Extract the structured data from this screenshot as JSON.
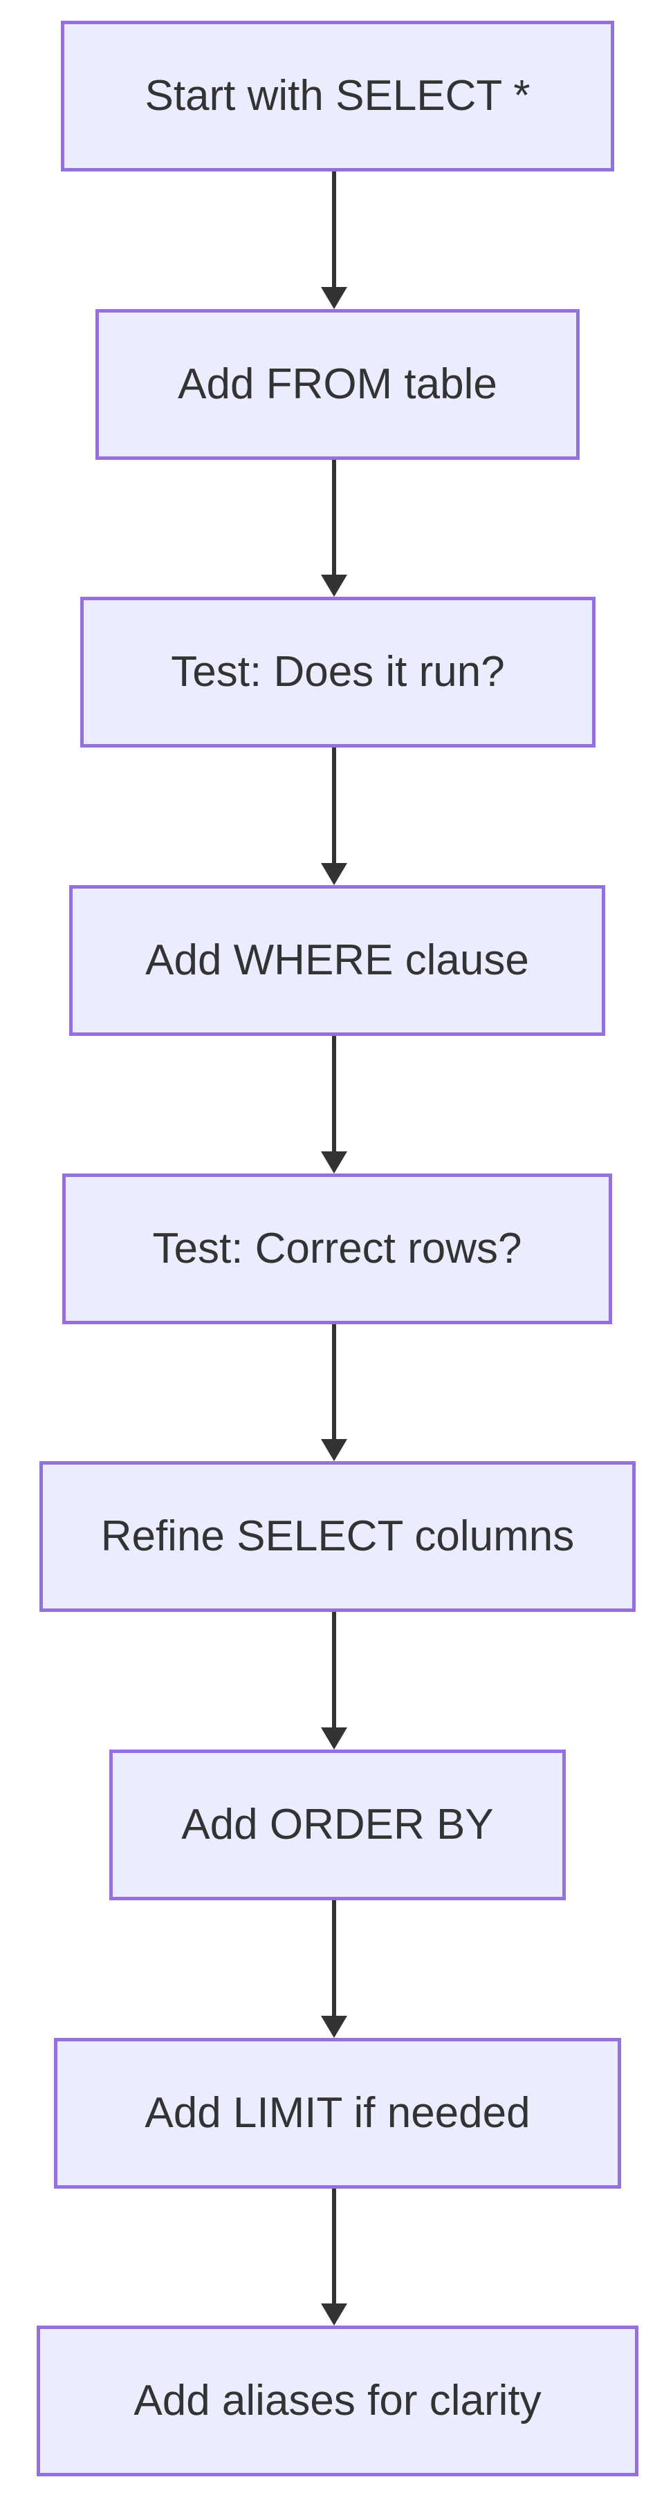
{
  "diagram": {
    "type": "flowchart",
    "direction": "top-down",
    "background": "#FFFFFF",
    "colors": {
      "node_fill": "#ECECFF",
      "node_border": "#9370DB",
      "node_text": "#333333",
      "arrow": "#333333"
    },
    "nodes": [
      {
        "id": "A",
        "label": "Start with SELECT *"
      },
      {
        "id": "B",
        "label": "Add FROM table"
      },
      {
        "id": "C",
        "label": "Test: Does it run?"
      },
      {
        "id": "D",
        "label": "Add WHERE clause"
      },
      {
        "id": "E",
        "label": "Test: Correct rows?"
      },
      {
        "id": "F",
        "label": "Refine SELECT columns"
      },
      {
        "id": "G",
        "label": "Add ORDER BY"
      },
      {
        "id": "H",
        "label": "Add LIMIT if needed"
      },
      {
        "id": "I",
        "label": "Add aliases for clarity"
      }
    ],
    "edges": [
      {
        "from": "A",
        "to": "B"
      },
      {
        "from": "B",
        "to": "C"
      },
      {
        "from": "C",
        "to": "D"
      },
      {
        "from": "D",
        "to": "E"
      },
      {
        "from": "E",
        "to": "F"
      },
      {
        "from": "F",
        "to": "G"
      },
      {
        "from": "G",
        "to": "H"
      },
      {
        "from": "H",
        "to": "I"
      }
    ]
  }
}
